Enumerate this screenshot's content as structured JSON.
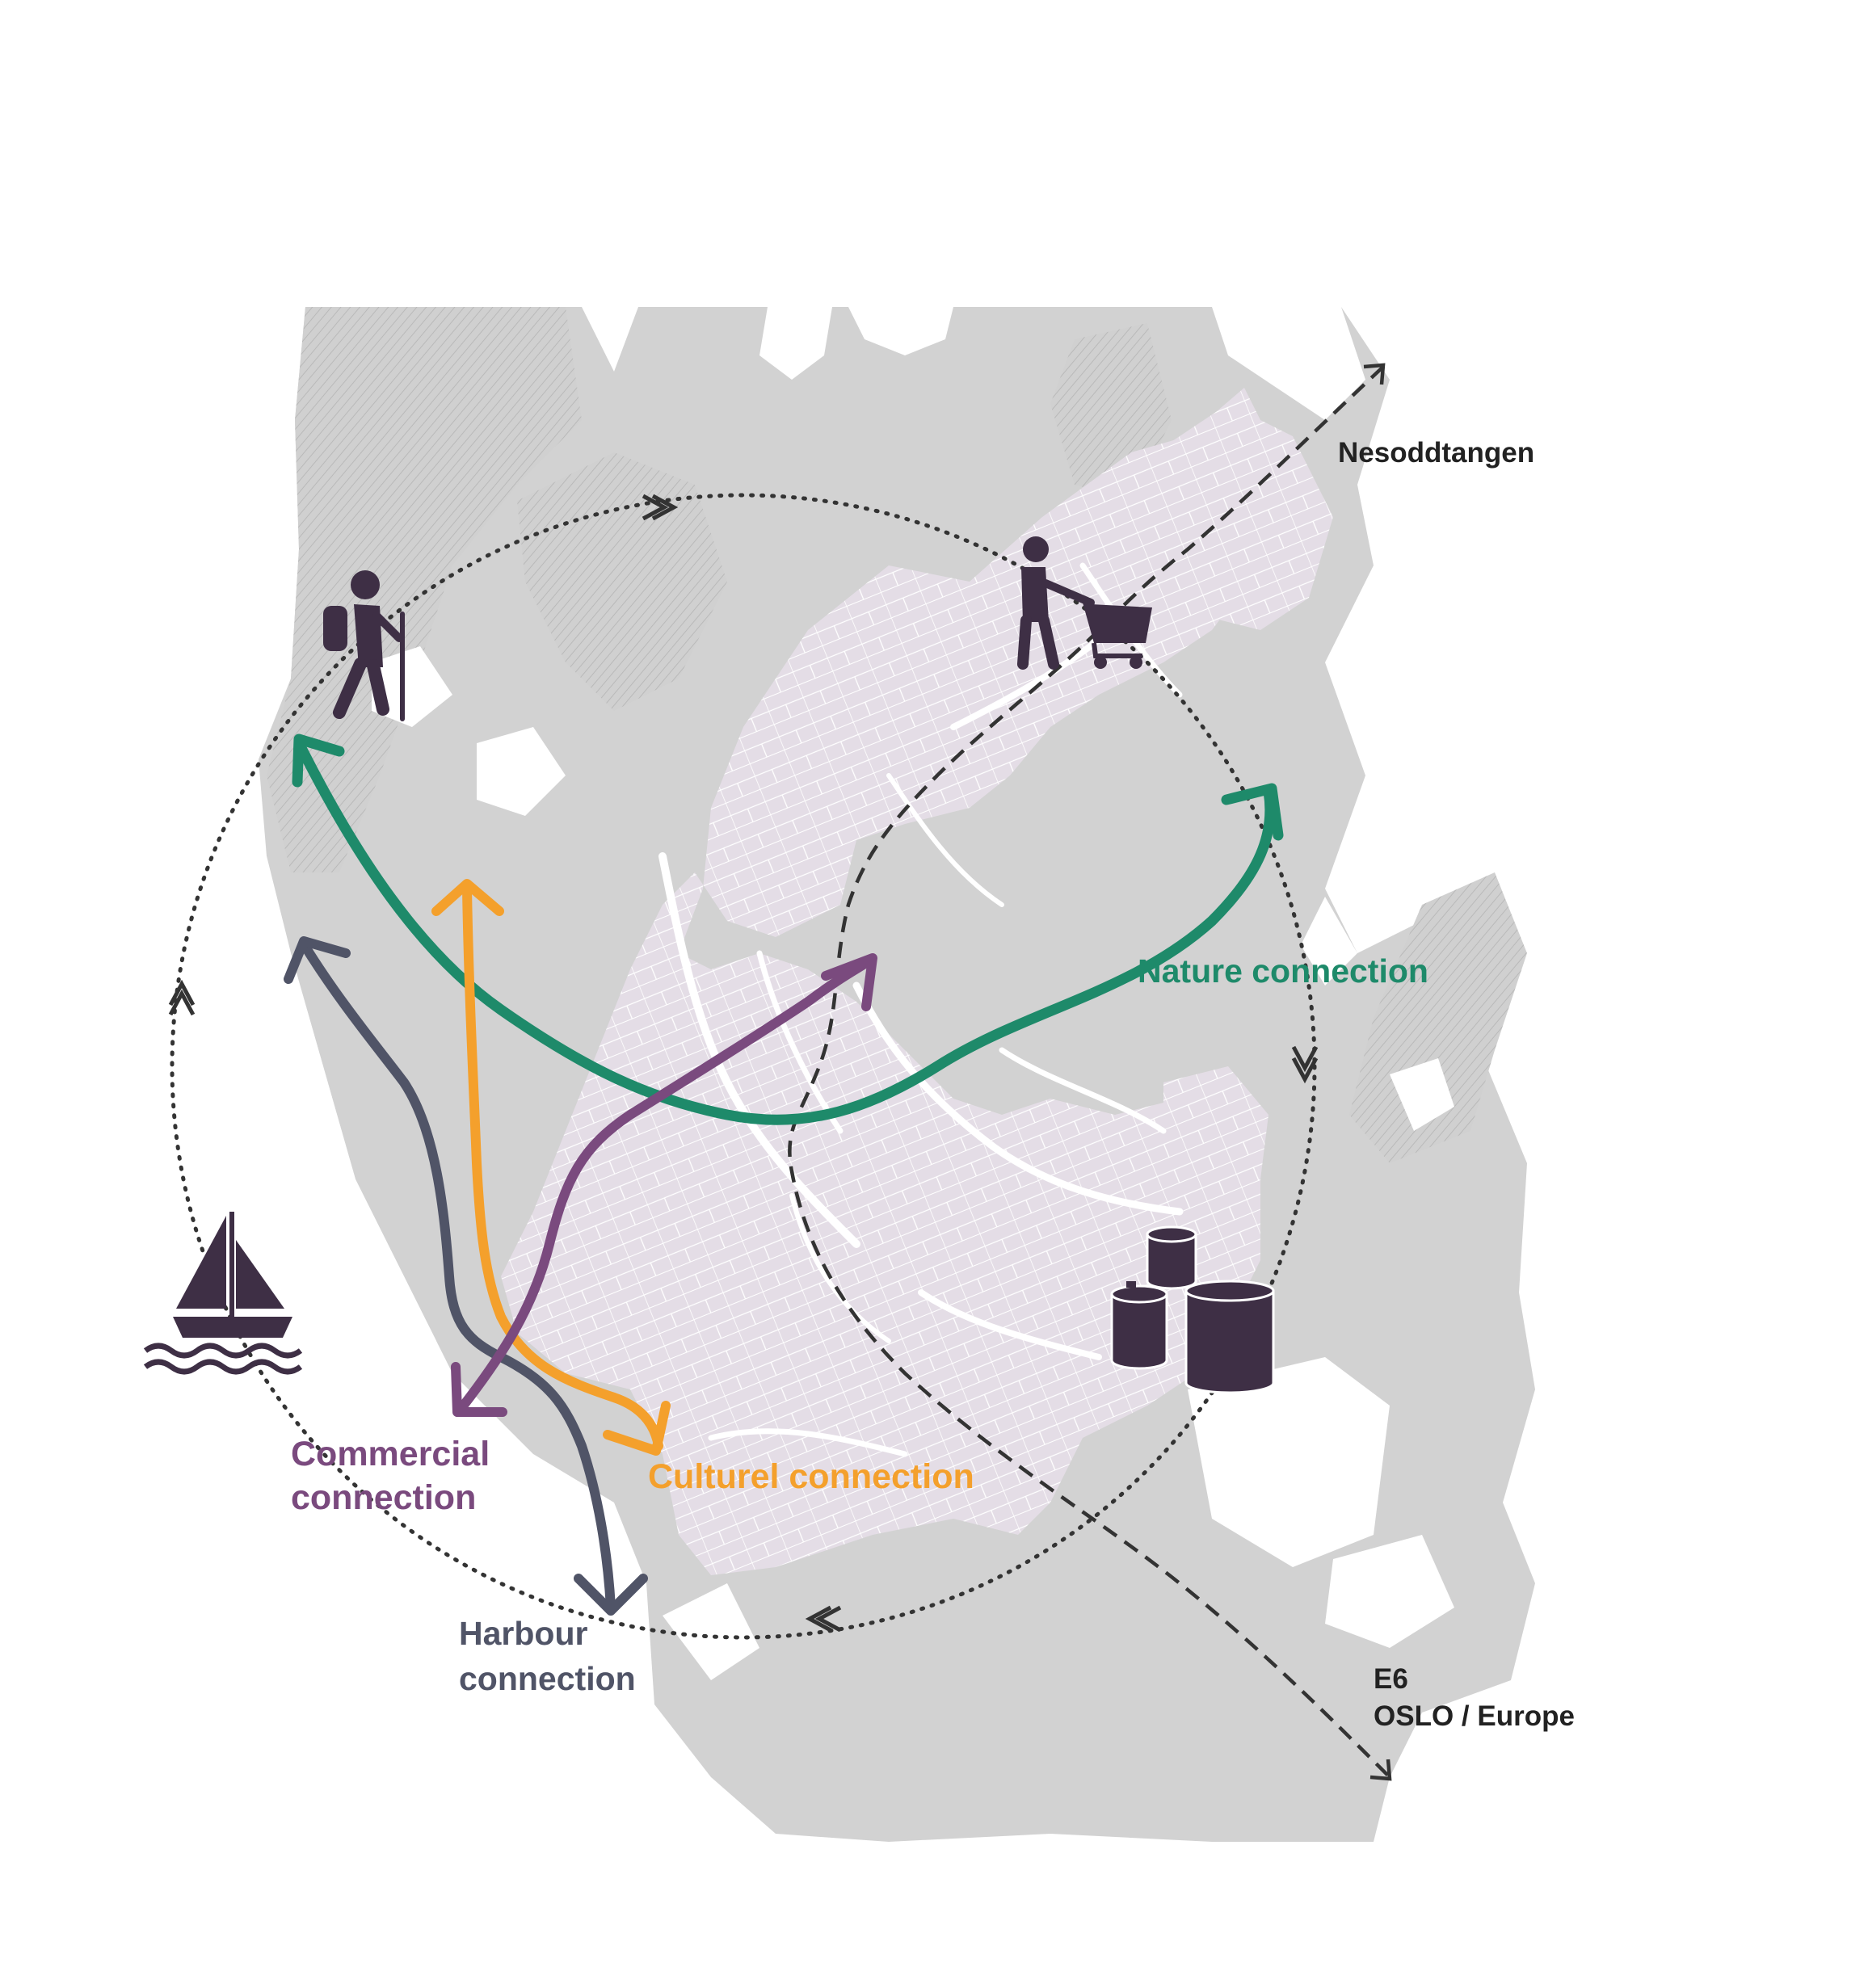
{
  "labels": {
    "nesoddtangen": "Nesoddtangen",
    "nature": "Nature connection",
    "commercial_line1": "Commercial",
    "commercial_line2": "connection",
    "culturel": "Culturel connection",
    "harbour_line1": "Harbour",
    "harbour_line2": "connection",
    "e6_line1": "E6",
    "e6_line2": "OSLO / Europe"
  },
  "colors": {
    "land": "#d2d2d2",
    "urban": "#e4dde6",
    "street": "#ffffff",
    "water": "#ffffff",
    "nature_green": "#1e8a6a",
    "culture_orange": "#f4a02c",
    "commercial_purple": "#7a4a7e",
    "harbour_slate": "#505467",
    "icon_dark": "#3e2f45",
    "route_dark": "#333333"
  },
  "icons": [
    "hiker-icon",
    "shopping-cart-icon",
    "sailboat-icon",
    "storage-tanks-icon"
  ]
}
